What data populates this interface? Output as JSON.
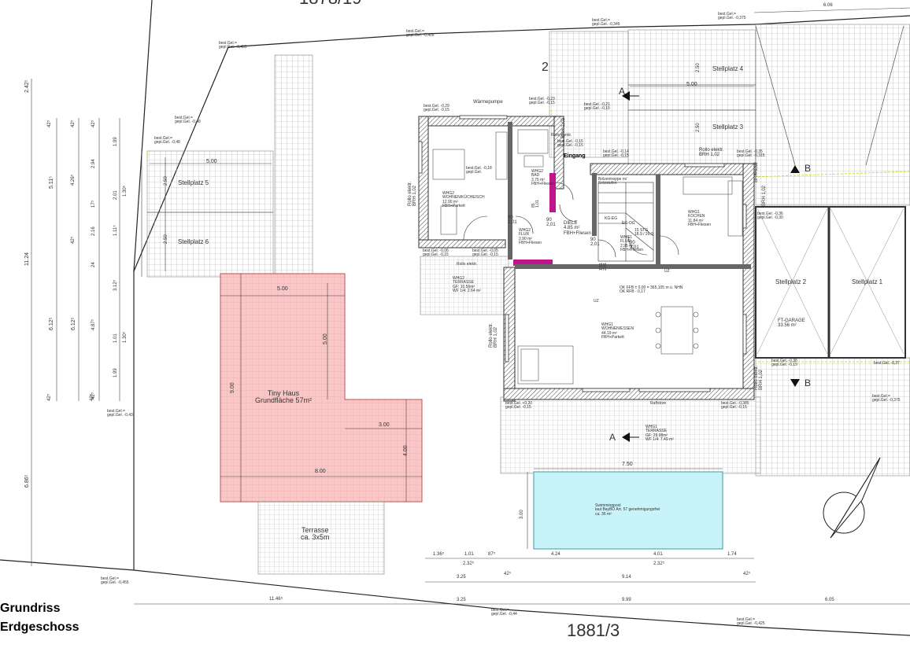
{
  "parcels": {
    "top": "1878/19",
    "bottom": "1881/3",
    "lot": "2"
  },
  "title": {
    "line1": "Grundriss",
    "line2": "Erdgeschoss"
  },
  "elevations": [
    "best.Gel.=\ngepl.Gel. -0,455",
    "best.Gel.=\ngepl.Gel. -0,405",
    "best.Gel.=\ngepl.Gel. -0,345",
    "best.Gel.=\ngepl.Gel. -0,375",
    "best.Gel.=\ngepl.Gel. -0,48",
    "best.Gel.=\ngepl.Gel. -0,48",
    "best.Gel.=\ngepl.Gel. -0,43",
    "best.Gel.=\ngepl.Gel. -0,455",
    "best.Gel.=\ngepl.Gel. -0,44",
    "best.Gel.=\ngepl.Gel. -0,425",
    "best.Gel.=\ngepl.Gel. -0,375",
    "best.Gel. -0,29\ngepl.Gel. -0,15",
    "best.Gel. -0,23\ngepl.Gel. -0,15",
    "best.Gel. -0,21\ngepl.Gel. -0,15",
    "best.Gel. -0,15\ngepl.Gel. -0,15",
    "best.Gel. -0,14\ngepl.Gel. -0,15",
    "best.Gel. -0,35\ngepl.Gel. -0,315",
    "best.Gel. -0,18\ngepl.Gel.",
    "best.Gel. -0,06\ngepl.Gel. -0,15",
    "best.Gel. -0,05\ngepl.Gel. -0,15",
    "best.Gel. -0,36\ngepl.Gel. -0,30",
    "best.Gel. -0,38\ngepl.Gel. -0,19",
    "best.Gel. -0,37",
    "best.Gel. +0,20\ngepl.Gel. -0,15",
    "best.Gel. -0,385\ngepl.Gel. -0,15"
  ],
  "rooms": {
    "stellplatz4": "Stellplatz 4",
    "stellplatz3": "Stellplatz 3",
    "stellplatz5": "Stellplatz 5",
    "stellplatz6": "Stellplatz 6",
    "stellplatz2": "Stellplatz 2",
    "stellplatz1": "Stellplatz 1",
    "garage": "FT-GARAGE\n33.56 m²",
    "waermepumpe": "Wärmepumpe",
    "eingang": "Eingang",
    "bad": "WHG2\nBAD\n3.75 m²\nFBH+Fliesen",
    "wohnen2": "WHG2\nWOHNEN/KÜCHE/SCH\n12.90 m²\nFBH+Parkett",
    "flur2": "WHG2\nFLUR\n2.90 m²\nFBH+Fliesen",
    "terrasse2": "WHG2\nTERRASSE\nGF: 10.56m²\nWF 1/4: 2.64 m²",
    "diele": "DIELE\n4.85 m²\nFBH+Fliesen",
    "flur1": "WHG1\nFLUR\n2.95 m²\nFBH+Fliesen",
    "treppe": "Bolzentreppe m/\nSetzstufen",
    "stg": "15 STG\n18.9 / 26.0",
    "kochen": "WHG1\nKOCHEN\n11.84 m²\nFBH+Fliesen",
    "wohnen1": "WHG1\nWOHNEN/ESSEN\n44.19 m²\nFBH+Parkett",
    "terrasse1": "WHG1\nTERRASSE\nGF: 29.98m²\nWF 1/4: 7.49 m²",
    "pool": "Swimmingpool\nlaut BayBO Art. 57 genehmigungsfrei\nca. 36 m²",
    "tinyhaus": "Tiny Haus\nGrundfläche 57m²",
    "terrasse_tiny": "Terrasse\nca. 3x5m",
    "okffb": "OK FFB ± 0,00 = 365,105 m ü. NHN\nOK RFB - 0,17",
    "raffstore": "Raffstore",
    "rollo1": "Rollo elektr.",
    "rollo2": "Rollo elektr.\nBRH 1,02",
    "rollo3": "Rollo elektr.",
    "rollo4": "Rollo elektr.\nBRH 1,02",
    "rollo5": "Rollo elektr.\nBRH 1,02",
    "rollo6": "Rollo elektr.\nBRH 1,02",
    "brh1": "BRH 1,02",
    "brh2": "BRH 1,02",
    "brh3": "BRH 1,02",
    "uz1": "UZ",
    "uz2": "UZ",
    "kgeg": "KG-EG",
    "egog": "EG-OG"
  },
  "sections": {
    "a": "A",
    "b": "B"
  },
  "dimensions": {
    "d_606": "6.06",
    "d_500_top": "5.00",
    "d_250a": "2.50",
    "d_250b": "2.50",
    "d_500_left": "5.00",
    "d_250c": "2.50",
    "d_250d": "2.50",
    "d_242": "2.42⁵",
    "d_1124": "11.24",
    "d_686": "6.86⁵",
    "d_511": "5.11⁵",
    "d_612a": "6.12⁵",
    "d_612b": "6.12⁵",
    "d_42a": "42⁵",
    "d_426": "4.26⁵",
    "d_42b": "42⁵",
    "d_42c": "42⁵",
    "d_42d": "42⁵",
    "d_42e": "42⁵",
    "d_42f": "42⁵",
    "d_42g": "42⁵",
    "d_294": "2.94",
    "d_17": "17⁵",
    "d_216": "2.16",
    "d_24": "24",
    "d_487": "4.87⁵",
    "d_199a": "1.99",
    "d_201": "2.01",
    "d_111": "1.11⁵",
    "d_312": "3.12⁵",
    "d_101": "1.01",
    "d_199b": "1.99",
    "d_130a": "1.30⁵",
    "d_130b": "1.30⁵",
    "d_tiny500a": "5.00",
    "d_tiny500b": "5.00",
    "d_tiny900": "9.00",
    "d_tiny300": "3.00",
    "d_tiny400": "4.00",
    "d_tiny800": "8.00",
    "d_750": "7.50",
    "d_pool300": "3.00",
    "d_136": "1.36⁵",
    "d_101b": "1.01",
    "d_87": "87⁵",
    "d_424": "4.24",
    "d_401": "4.01",
    "d_174": "1.74",
    "d_232a": "2.32⁵",
    "d_232b": "2.32⁵",
    "d_325a": "3.25",
    "d_42h": "42⁵",
    "d_914": "9.14",
    "d_42i": "42⁵",
    "d_1146": "11.46⁵",
    "d_325b": "3.25",
    "d_999": "9.99",
    "d_605": "6.05",
    "d_90a": "90\n2,01",
    "d_90b": "90\n2,01",
    "d_90c": "90\n2,01",
    "d_90d": "90\n2,01",
    "d_85": "85\n1,01",
    "d_151": "1.51\n2,01"
  },
  "colors": {
    "tiny": "#f9c7c7",
    "tinyStroke": "#c05050",
    "pool": "#c8f3f8",
    "poolStroke": "#5aa8b8",
    "hatch": "#9a9a9a",
    "magenta": "#c0148c",
    "wall": "#555555"
  }
}
